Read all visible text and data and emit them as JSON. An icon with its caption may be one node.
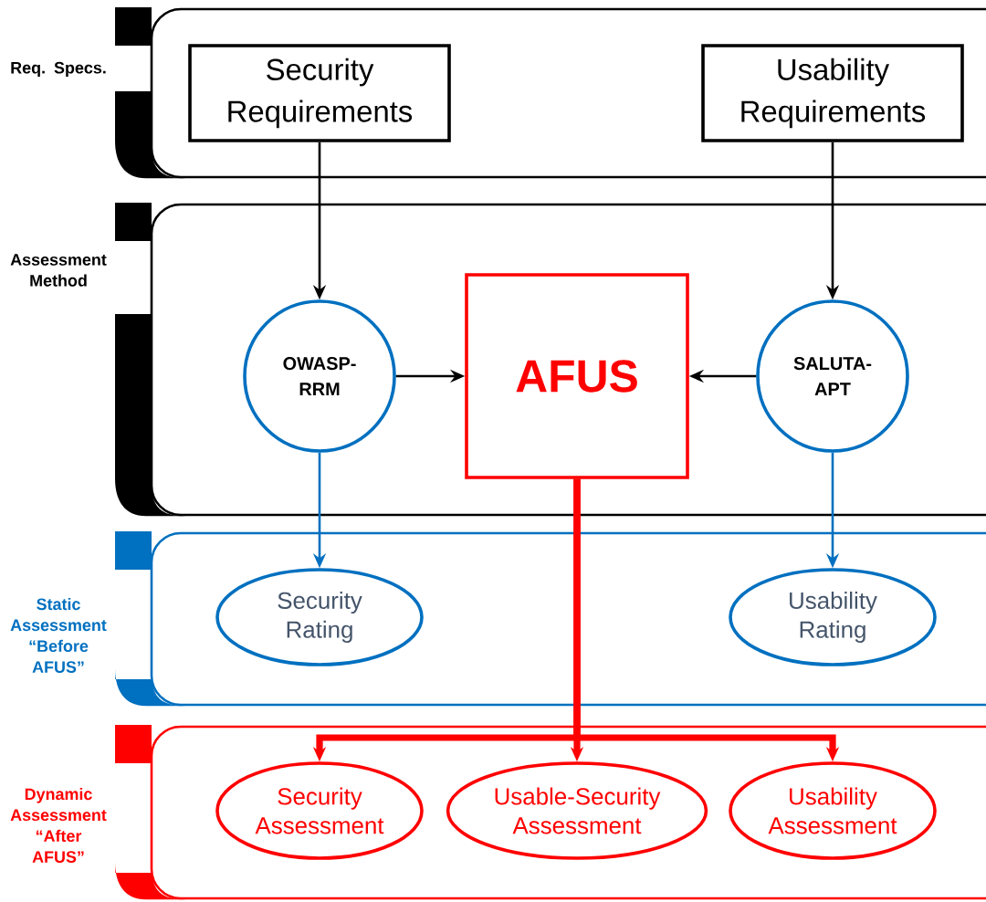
{
  "diagram": {
    "nodes": [
      {
        "text": [
          "Req. Specs."
        ]
      },
      {
        "text": [
          "Security Requirements"
        ],
        "in": 0
      },
      {
        "text": [
          "Usability Requirements"
        ],
        "in": 0
      },
      {
        "text": [
          "Assessment Method"
        ]
      },
      {
        "text": [
          "OWASP-RRM"
        ],
        "in": 3
      },
      {
        "text": [
          "AFUS"
        ],
        "in": 3
      },
      {
        "text": [
          "SALUTA-APT"
        ],
        "in": 3
      },
      {
        "text": [
          "Static Assessment “Before AFUS”"
        ]
      },
      {
        "text": [
          "Security Rating"
        ],
        "in": 7
      },
      {
        "text": [
          "Usability Rating"
        ],
        "in": 7
      },
      {
        "text": [
          "Dynamic Assessment “After AFUS”"
        ]
      },
      {
        "text": [
          "Security Assessment"
        ],
        "in": 10
      },
      {
        "text": [
          "Usable-Security Assessment"
        ],
        "in": 10
      },
      {
        "text": [
          "Usability Assessment"
        ],
        "in": 10
      }
    ],
    "edges": [
      {
        "from": 1,
        "to": 4,
        "arrow": "to"
      },
      {
        "from": 2,
        "to": 6,
        "arrow": "to"
      },
      {
        "from": 4,
        "to": 5,
        "arrow": "to"
      },
      {
        "from": 6,
        "to": 5,
        "arrow": "to"
      },
      {
        "from": 4,
        "to": 8,
        "arrow": "to",
        "color": "#0070c0"
      },
      {
        "from": 6,
        "to": 9,
        "arrow": "to",
        "color": "#0070c0"
      },
      {
        "from": 5,
        "to": 11,
        "arrow": "to",
        "style": "thick",
        "color": "#ff0000"
      },
      {
        "from": 5,
        "to": 12,
        "arrow": "to",
        "style": "thick",
        "color": "#ff0000"
      },
      {
        "from": 5,
        "to": 13,
        "arrow": "to",
        "style": "thick",
        "color": "#ff0000"
      }
    ]
  }
}
